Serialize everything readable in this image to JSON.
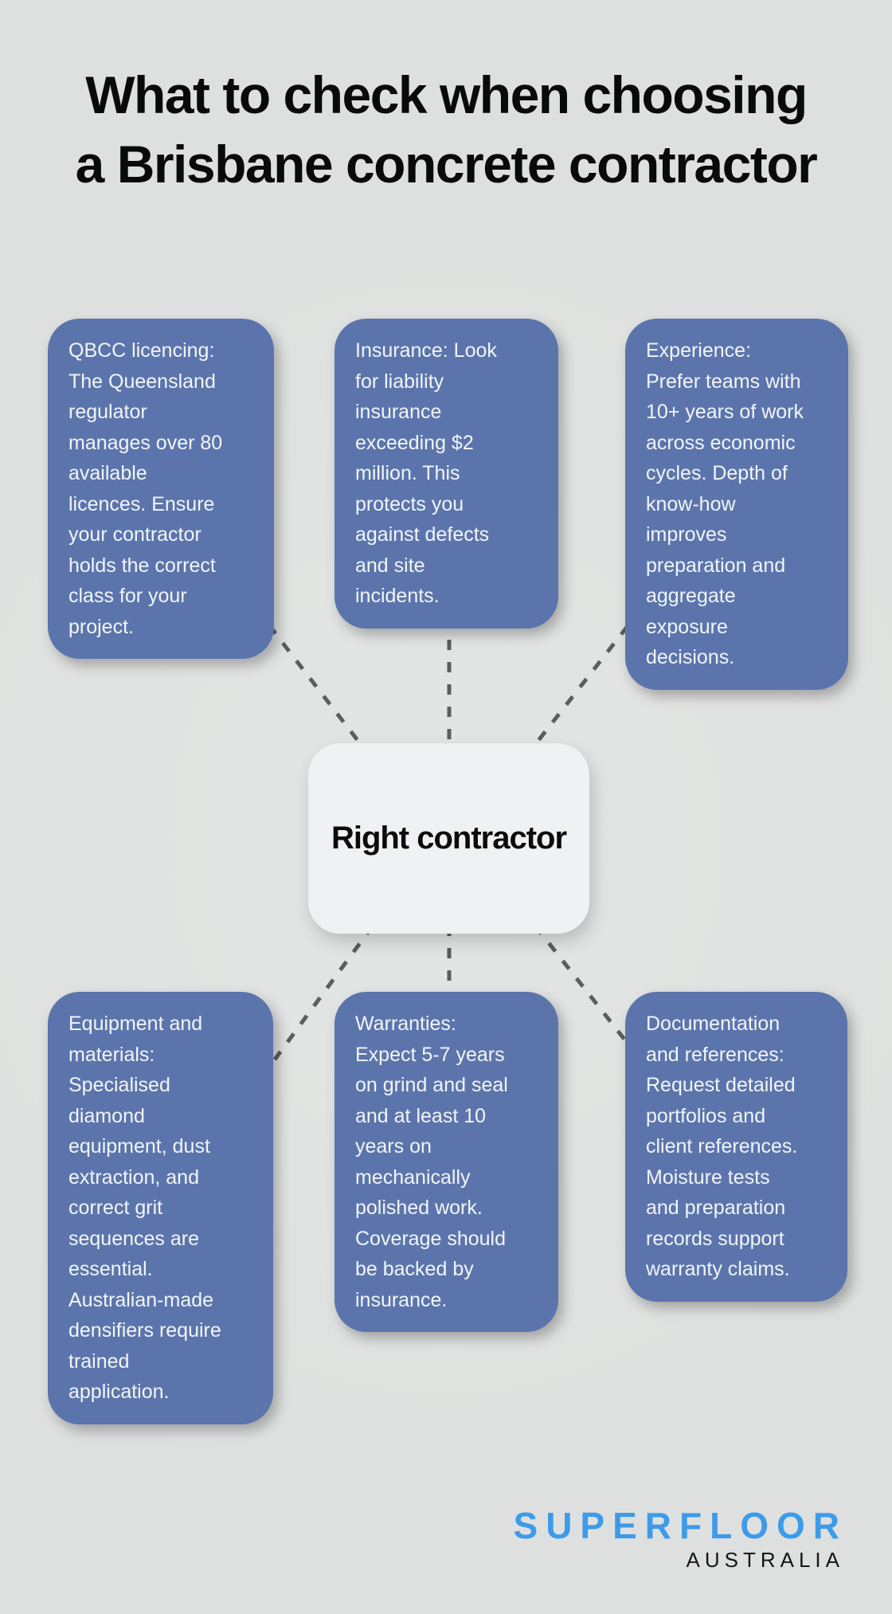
{
  "title": {
    "line1": "What to check when choosing",
    "line2": "a Brisbane concrete contractor",
    "full": "What to check when choosing a Brisbane concrete contractor"
  },
  "center": {
    "label": "Right contractor"
  },
  "nodes": [
    {
      "id": "qbcc-licencing",
      "text": "QBCC licencing:\nThe Queensland\nregulator\nmanages over 80\navailable\nlicences. Ensure\nyour contractor\nholds the correct\nclass for your\nproject."
    },
    {
      "id": "insurance",
      "text": "Insurance: Look\nfor liability\ninsurance\nexceeding $2\nmillion. This\nprotects you\nagainst defects\nand site\nincidents."
    },
    {
      "id": "experience",
      "text": "Experience:\nPrefer teams with\n10+ years of work\nacross economic\ncycles. Depth of\nknow-how\nimproves\npreparation and\naggregate\nexposure\ndecisions."
    },
    {
      "id": "equipment-and-materials",
      "text": "Equipment and\nmaterials:\nSpecialised\ndiamond\nequipment, dust\nextraction, and\ncorrect grit\nsequences are\nessential.\nAustralian-made\ndensifiers require\ntrained\napplication."
    },
    {
      "id": "warranties",
      "text": "Warranties:\nExpect 5-7 years\non grind and seal\nand at least 10\nyears on\nmechanically\npolished work.\nCoverage should\nbe backed by\ninsurance."
    },
    {
      "id": "documentation-and-references",
      "text": "Documentation\nand references:\nRequest detailed\nportfolios and\nclient references.\nMoisture tests\nand preparation\nrecords support\nwarranty claims."
    }
  ],
  "logo": {
    "brand": "SUPERFLOOR",
    "sub": "AUSTRALIA"
  },
  "colors": {
    "bg": "#dee0df",
    "bg_light": "#e4e6e5",
    "node_fill": "#5b75ac",
    "node_text": "#f2f5f8",
    "center_fill": "#eff1f2",
    "center_text": "#0c0c0c",
    "connector": "#5c5e5d",
    "title_text": "#0a0a0a",
    "logo_blue": "#3d9be9",
    "logo_black": "#161616"
  }
}
